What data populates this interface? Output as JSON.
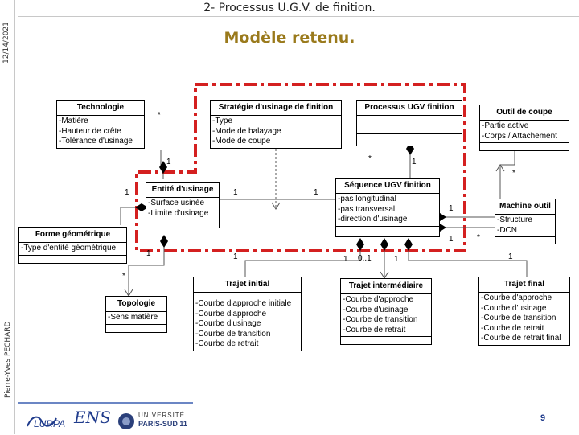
{
  "header": {
    "title": "2- Processus U.G.V. de finition.",
    "subtitle": "Modèle retenu.",
    "date": "12/14/2021",
    "author": "Pierre-Yves PECHARD"
  },
  "colors": {
    "dashed_frame": "#d42020",
    "subtitle": "#9a7a1c",
    "footer_line": "#6b86c4",
    "page_number": "#1f3b8c"
  },
  "classes": {
    "technologie": {
      "name": "Technologie",
      "attrs": [
        "-Matière",
        "-Hauteur de crête",
        "-Tolérance d'usinage"
      ]
    },
    "strategie": {
      "name": "Stratégie d'usinage de finition",
      "attrs": [
        "-Type",
        "-Mode de balayage",
        "-Mode de coupe"
      ]
    },
    "processus": {
      "name": "Processus UGV finition",
      "attrs": []
    },
    "outil": {
      "name": "Outil de coupe",
      "attrs": [
        "-Partie active",
        "-Corps / Attachement"
      ]
    },
    "entite": {
      "name": "Entité d'usinage",
      "attrs": [
        "-Surface usinée",
        "-Limite d'usinage"
      ]
    },
    "sequence": {
      "name": "Séquence UGV finition",
      "attrs": [
        "-pas longitudinal",
        "-pas transversal",
        "-direction d'usinage"
      ]
    },
    "machine": {
      "name": "Machine outil",
      "attrs": [
        "-Structure",
        "-DCN"
      ]
    },
    "forme": {
      "name": "Forme géométrique",
      "attrs": [
        "-Type d'entité géométrique"
      ]
    },
    "topologie": {
      "name": "Topologie",
      "attrs": [
        "-Sens matière"
      ]
    },
    "trajet_initial": {
      "name": "Trajet initial",
      "attrs": [
        "-Courbe d'approche initiale",
        "-Courbe d'approche",
        "-Courbe d'usinage",
        "-Courbe de transition",
        "-Courbe de retrait"
      ]
    },
    "trajet_intermediaire": {
      "name": "Trajet intermédiaire",
      "attrs": [
        "-Courbe d'approche",
        "-Courbe d'usinage",
        "-Courbe de transition",
        "-Courbe de retrait"
      ]
    },
    "trajet_final": {
      "name": "Trajet final",
      "attrs": [
        "-Courbe d'approche",
        "-Courbe d'usinage",
        "-Courbe de transition",
        "-Courbe de retrait",
        "-Courbe de retrait final"
      ]
    }
  },
  "multiplicities": {
    "tech_star": "*",
    "tech_one": "1",
    "entite_left_one": "1",
    "entite_right_one": "1",
    "seq_left_one": "1",
    "proc_star": "*",
    "proc_one": "1",
    "outil_star": "*",
    "machine_one": "1",
    "seq_machine_one": "1",
    "seq_star": "*",
    "forme_one": "1",
    "topo_star": "*",
    "ti_one": "1",
    "tm_one": "1",
    "tm_range": "0..1",
    "tm_one_b": "1",
    "tf_one": "1"
  },
  "footer": {
    "logo_lurpa": "LURPA",
    "logo_ens": "ENS",
    "logo_univ_line1": "UNIVERSITÉ",
    "logo_univ_line2": "PARIS-SUD 11",
    "page_number": "9"
  }
}
